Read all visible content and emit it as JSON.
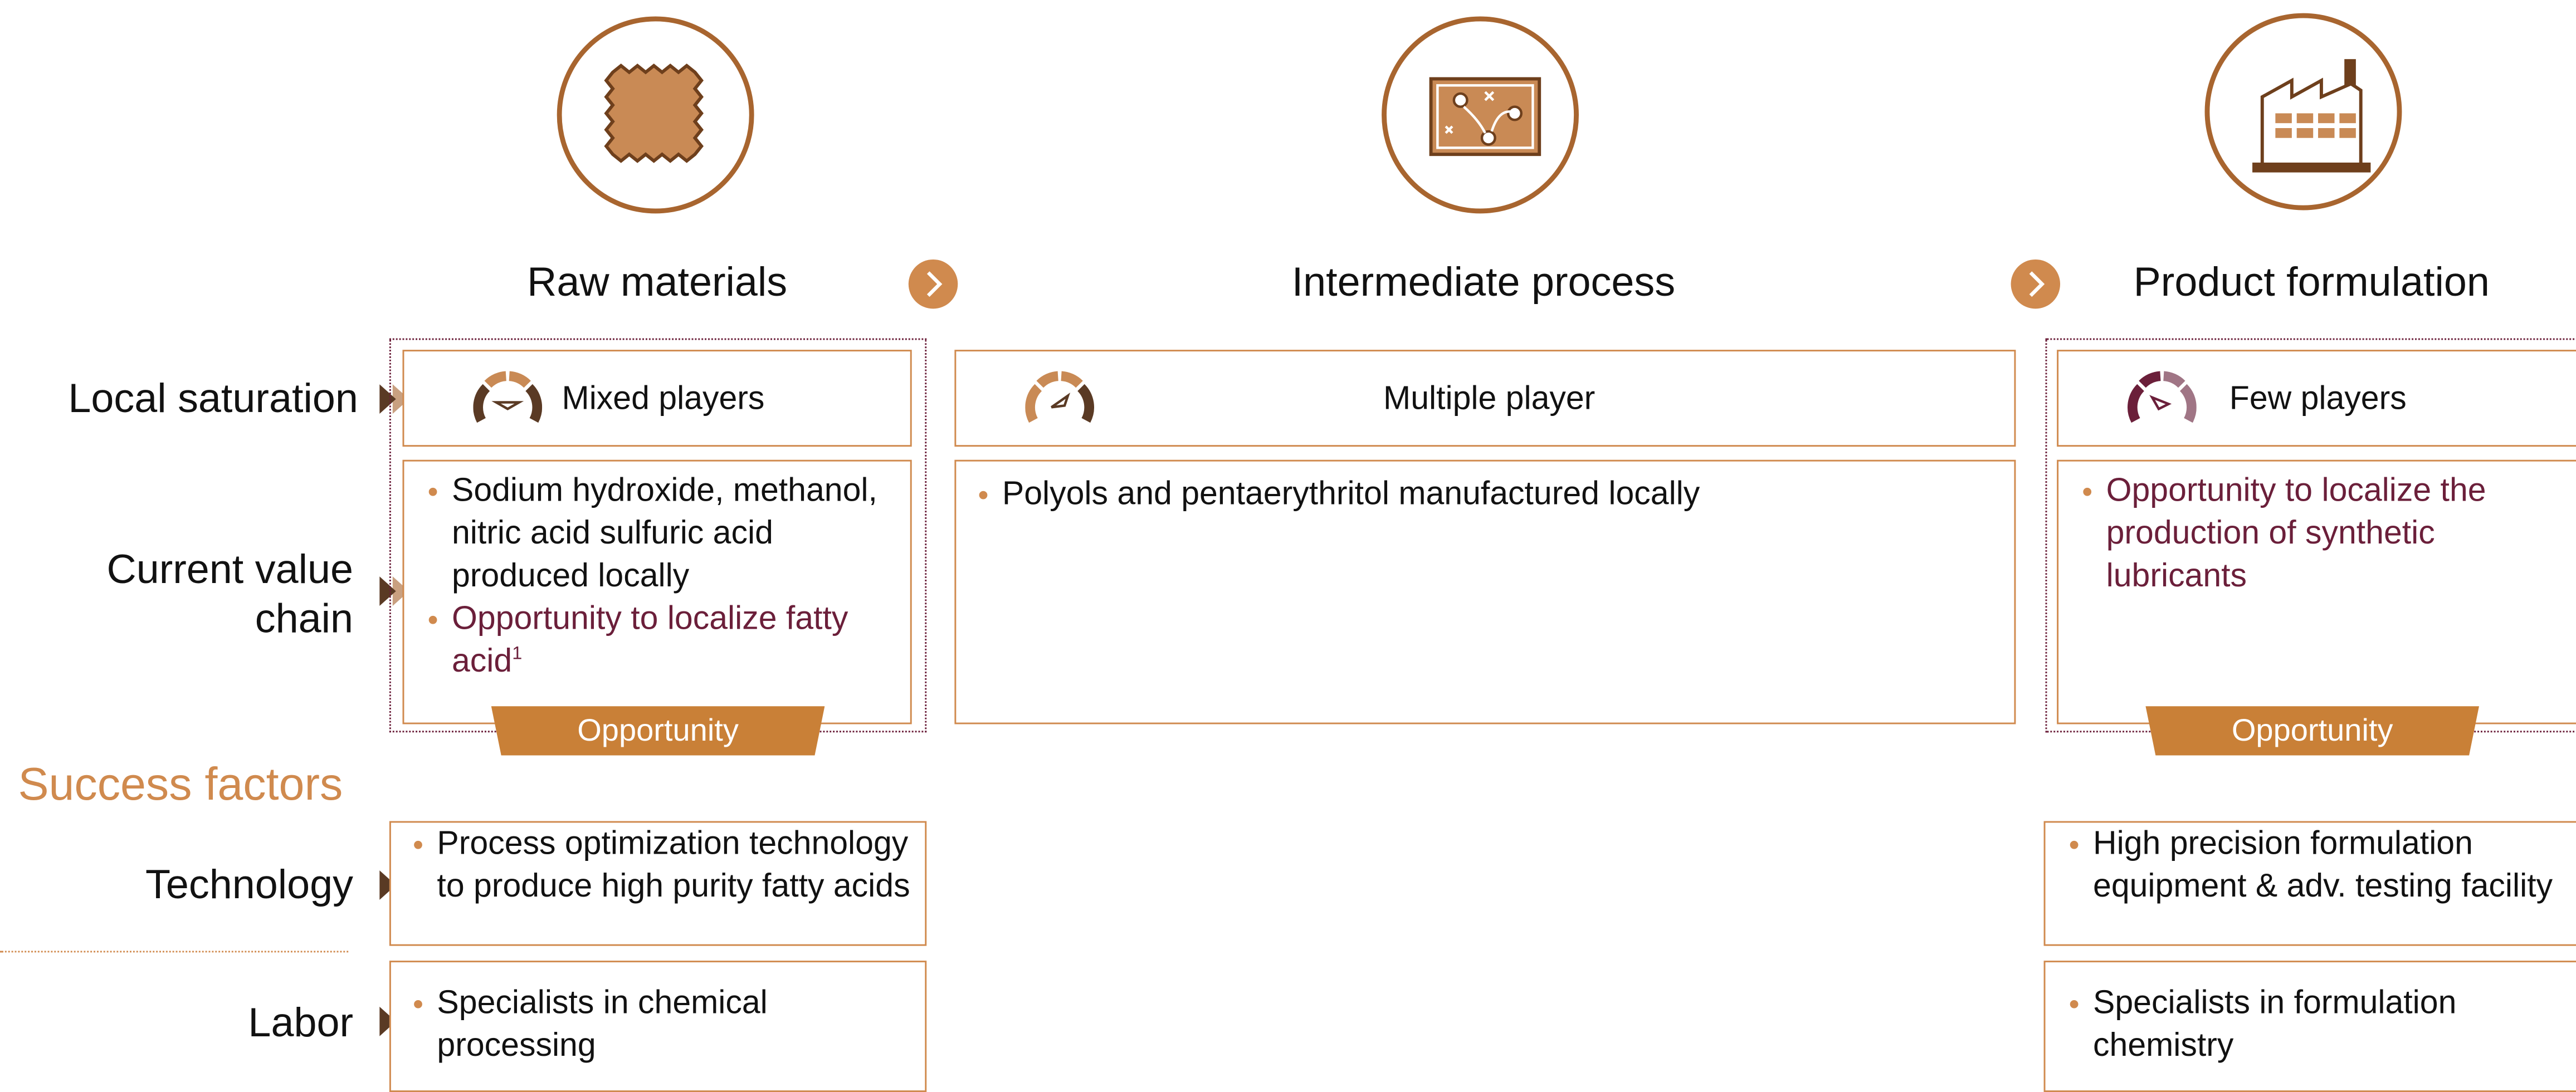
{
  "colors": {
    "accent": "#d08a4e",
    "ring": "#a8652f",
    "highlight": "#6b1f3a",
    "opportunity": "#c98037"
  },
  "stages": [
    {
      "title": "Raw materials",
      "icon": "fabric-swatch-icon"
    },
    {
      "title": "Intermediate process",
      "icon": "process-map-icon"
    },
    {
      "title": "Product formulation",
      "icon": "factory-icon"
    }
  ],
  "row_labels": {
    "local_saturation": "Local saturation",
    "current_value_chain": "Current value chain",
    "success_factors": "Success factors",
    "technology": "Technology",
    "labor": "Labor"
  },
  "saturation": {
    "raw": {
      "text": "Mixed players",
      "icon": "gauge-medium-icon"
    },
    "intermediate": {
      "text": "Multiple player",
      "icon": "gauge-medium-icon"
    },
    "product": {
      "text": "Few players",
      "icon": "gauge-low-icon"
    }
  },
  "value_chain": {
    "raw": {
      "bullet1": "Sodium hydroxide, methanol, nitric acid sulfuric acid produced locally",
      "bullet2": "Opportunity to localize fatty acid",
      "bullet2_sup": "1"
    },
    "intermediate": {
      "bullet1": "Polyols and pentaerythritol manufactured locally"
    },
    "product": {
      "bullet1": "Opportunity to localize the production of synthetic lubricants"
    }
  },
  "opportunity_label": "Opportunity",
  "technology": {
    "raw": "Process optimization technology to produce high purity fatty acids",
    "product": "High precision formulation equipment & adv. testing facility"
  },
  "labor": {
    "raw": "Specialists in chemical processing",
    "product": "Specialists in formulation chemistry"
  }
}
